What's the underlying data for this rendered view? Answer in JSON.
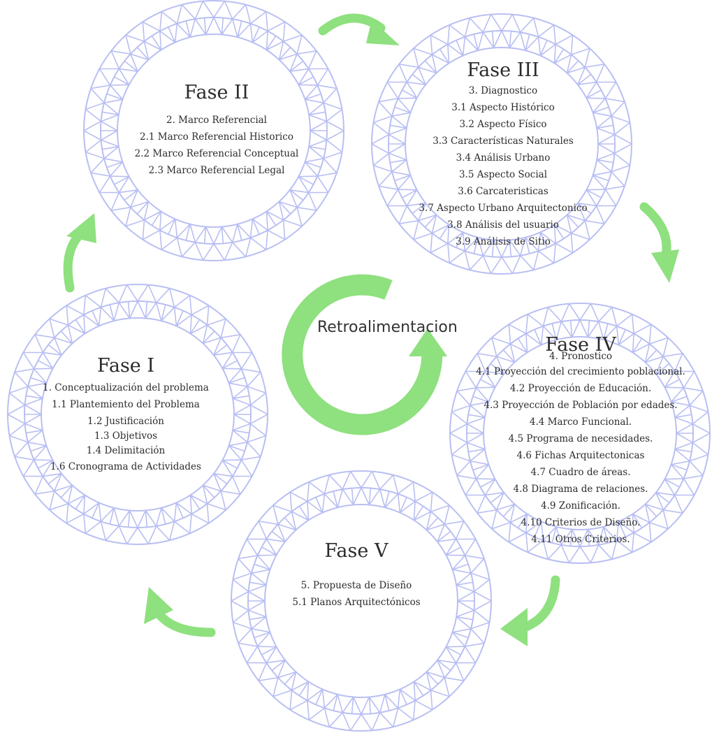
{
  "colors": {
    "ring": "#b9bff2",
    "arrow": "#8fe07f",
    "text": "#2b2b2b"
  },
  "feedback_label": "Retroalimentacion",
  "phases": [
    {
      "title": "Fase I",
      "items": [
        "1. Conceptualización del problema",
        "1.1 Plantemiento del Problema",
        "1.2 Justificación",
        "1.3 Objetivos",
        "1.4 Delimitación",
        "1.6 Cronograma de Actividades"
      ]
    },
    {
      "title": "Fase II",
      "items": [
        "2. Marco Referencial",
        "2.1 Marco Referencial Historico",
        "2.2 Marco Referencial Conceptual",
        "2.3 Marco Referencial Legal"
      ]
    },
    {
      "title": "Fase III",
      "items": [
        "3. Diagnostico",
        "3.1  Aspecto Histórico",
        "3.2 Aspecto Físico",
        "3.3 Características Naturales",
        "3.4 Análisis Urbano",
        "3.5  Aspecto Social",
        "3.6 Carcateristicas",
        "3.7 Aspecto Urbano Arquitectonico",
        "3.8 Análisis del usuario",
        "3.9 Análisis de Sitio"
      ]
    },
    {
      "title": "Fase IV",
      "items": [
        "4. Pronostico",
        "4.1 Proyección del crecimiento poblacional.",
        "4.2 Proyección de Educación.",
        "4.3 Proyección de Población por edades.",
        "4.4 Marco Funcional.",
        "4.5 Programa de necesidades.",
        "4.6 Fichas Arquitectonicas",
        "4.7 Cuadro de áreas.",
        "4.8 Diagrama de relaciones.",
        "4.9 Zonificación.",
        "4.10 Criterios de Diseño.",
        "4.11 Otros Criterios."
      ]
    },
    {
      "title": "Fase V",
      "items": [
        "5. Propuesta de Diseño",
        "5.1 Planos Arquitectónicos"
      ]
    }
  ]
}
